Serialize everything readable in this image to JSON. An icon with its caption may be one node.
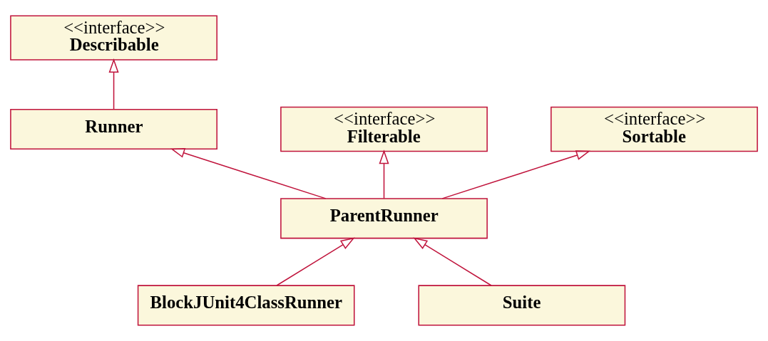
{
  "diagram": {
    "nodes": [
      {
        "text": [
          "<<interface>>",
          "Describable"
        ]
      },
      {
        "text": [
          "Runner"
        ]
      },
      {
        "text": [
          "<<interface>>",
          "Filterable"
        ]
      },
      {
        "text": [
          "<<interface>>",
          "Sortable"
        ]
      },
      {
        "text": [
          "ParentRunner"
        ]
      },
      {
        "text": [
          "BlockJUnit4ClassRunner"
        ]
      },
      {
        "text": [
          "Suite"
        ]
      }
    ],
    "edges": [
      {
        "from": 1,
        "to": 0,
        "arrow": "to"
      },
      {
        "from": 4,
        "to": 1,
        "arrow": "to"
      },
      {
        "from": 4,
        "to": 2,
        "arrow": "to"
      },
      {
        "from": 4,
        "to": 3,
        "arrow": "to"
      },
      {
        "from": 5,
        "to": 4,
        "arrow": "to"
      },
      {
        "from": 6,
        "to": 4,
        "arrow": "to"
      }
    ]
  }
}
